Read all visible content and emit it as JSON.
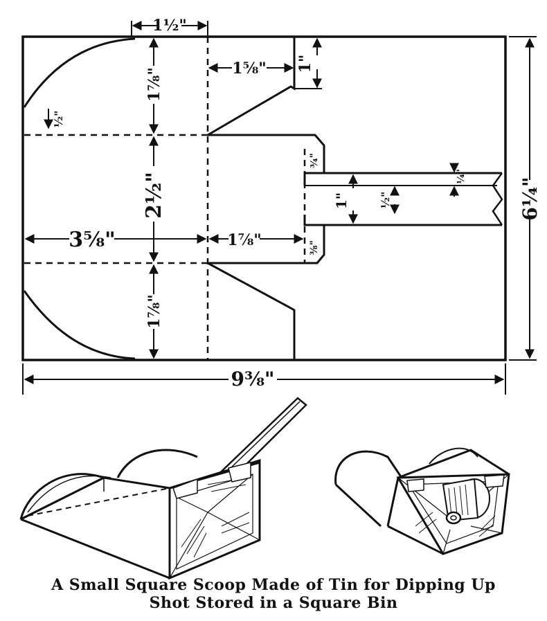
{
  "pattern": {
    "dimensions": {
      "top_width": "1½\"",
      "neck_width": "1⅝\"",
      "top_notch": "1\"",
      "tab_height": "½\"",
      "side_upper": "1⅞\"",
      "center_height": "2½\"",
      "side_lower": "1⅞\"",
      "bottom_width": "3⅝\"",
      "mid_width": "1⅞\"",
      "tab_top": "¾\"",
      "tab_bottom": "⅜\"",
      "handle_width": "1\"",
      "handle_half": "½\"",
      "handle_quarter": "¼\"",
      "total_height": "6¼\"",
      "total_width": "9⅜\""
    }
  },
  "caption": {
    "line1": "A Small Square Scoop Made of Tin for Dipping Up",
    "line2": "Shot Stored in a Square Bin"
  }
}
